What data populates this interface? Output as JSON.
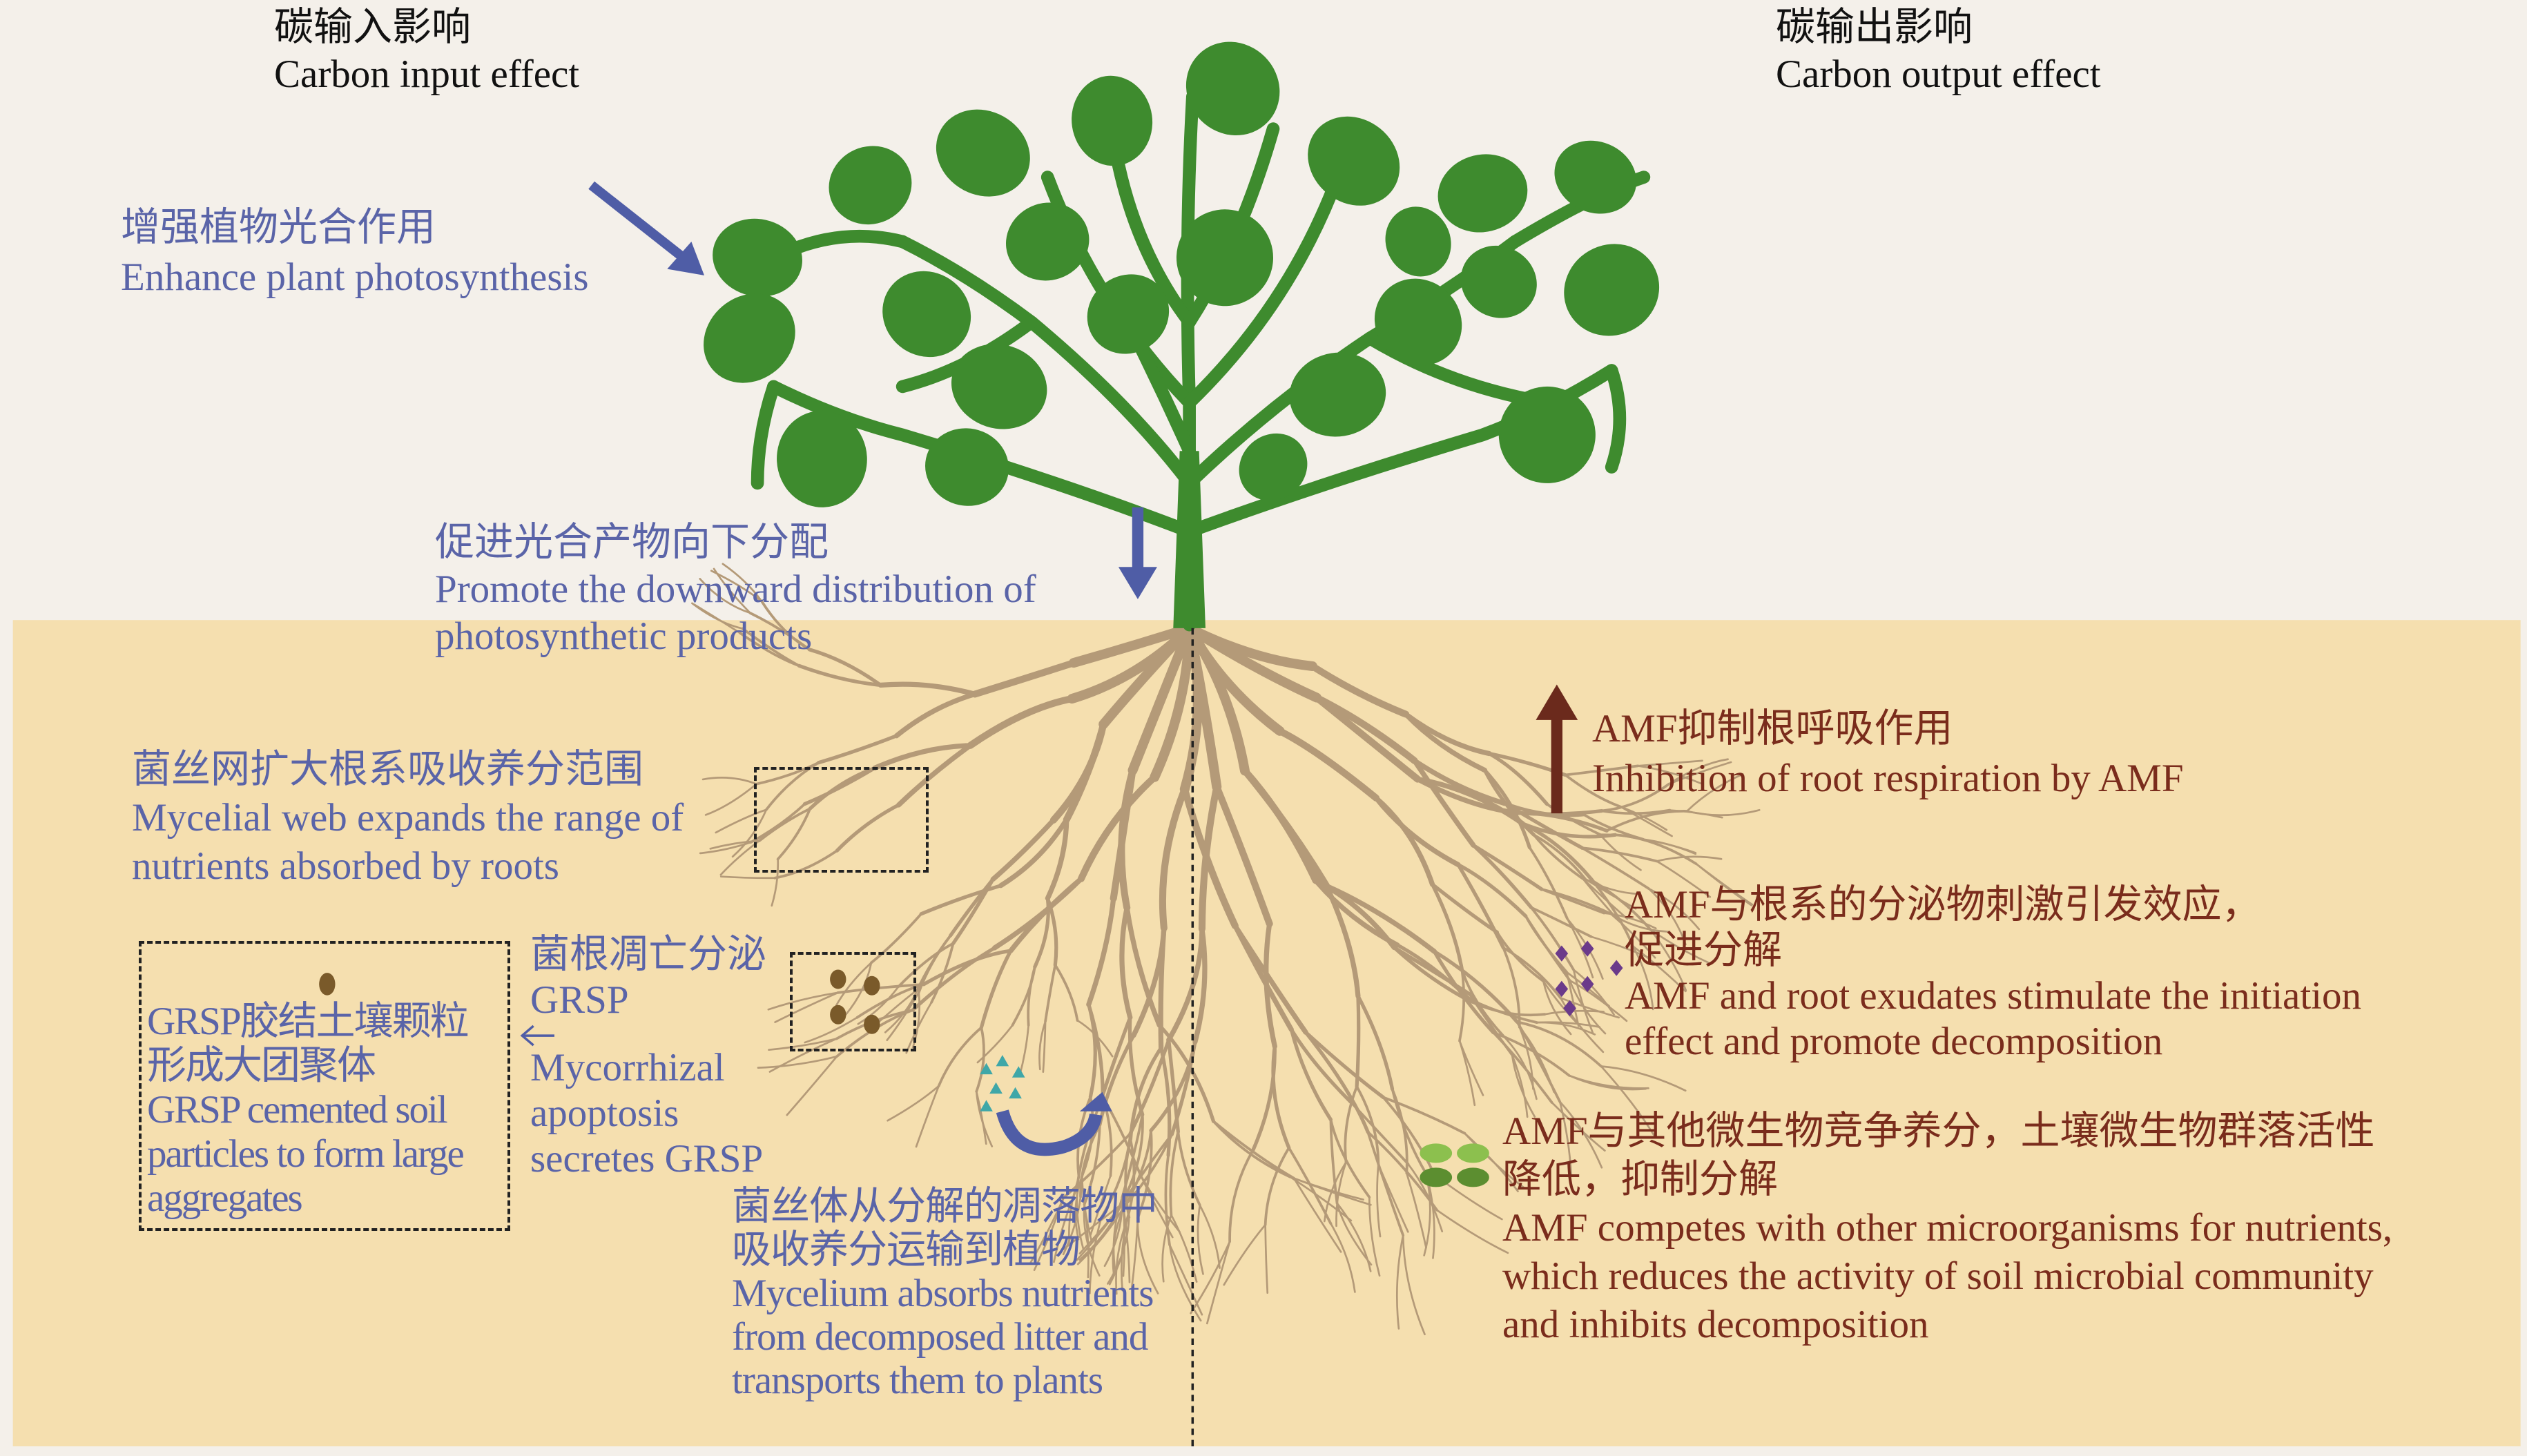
{
  "colors": {
    "soil": "#f5dfaf",
    "background": "#f4f0ea",
    "leaf": "#3e8b2e",
    "root": "#b49a78",
    "blue_text": "#5a64a8",
    "brown_text": "#7a2c1c"
  },
  "headers": {
    "input_cn": "碳输入影响",
    "input_en": "Carbon input effect",
    "output_cn": "碳输出影响",
    "output_en": "Carbon output effect"
  },
  "input_effects": {
    "photosynthesis": {
      "cn": "增强植物光合作用",
      "en": "Enhance plant photosynthesis"
    },
    "distribution": {
      "cn": "促进光合产物向下分配",
      "en1": "Promote the downward distribution of",
      "en2": "photosynthetic products"
    },
    "mycelial_web": {
      "cn": "菌丝网扩大根系吸收养分范围",
      "en1": "Mycelial web expands the range of",
      "en2": "nutrients absorbed by roots"
    },
    "aggregates": {
      "cn1": "GRSP胶结土壤颗粒",
      "cn2": "形成大团聚体",
      "en1": "GRSP cemented soil",
      "en2": "particles to form large",
      "en3": "aggregates"
    },
    "apoptosis": {
      "cn1": "菌根凋亡分泌",
      "cn2": "GRSP",
      "en1": "Mycorrhizal",
      "en2": "apoptosis",
      "en3": "secretes GRSP"
    },
    "litter": {
      "cn1": "菌丝体从分解的凋落物中",
      "cn2": "吸收养分运输到植物",
      "en1": "Mycelium absorbs nutrients",
      "en2": "from decomposed litter and",
      "en3": "transports them to plants"
    }
  },
  "output_effects": {
    "respiration": {
      "cn": "AMF抑制根呼吸作用",
      "en": "Inhibition of root respiration by AMF"
    },
    "priming": {
      "cn1": "AMF与根系的分泌物刺激引发效应，",
      "cn2": "促进分解",
      "en1": "AMF and root exudates stimulate the initiation",
      "en2": "effect and promote decomposition"
    },
    "competition": {
      "cn1": "AMF与其他微生物竞争养分，土壤微生物群落活性",
      "cn2": "降低，抑制分解",
      "en1": "AMF competes with other microorganisms for nutrients,",
      "en2": "which reduces the activity of soil microbial community",
      "en3": "and inhibits decomposition"
    }
  }
}
